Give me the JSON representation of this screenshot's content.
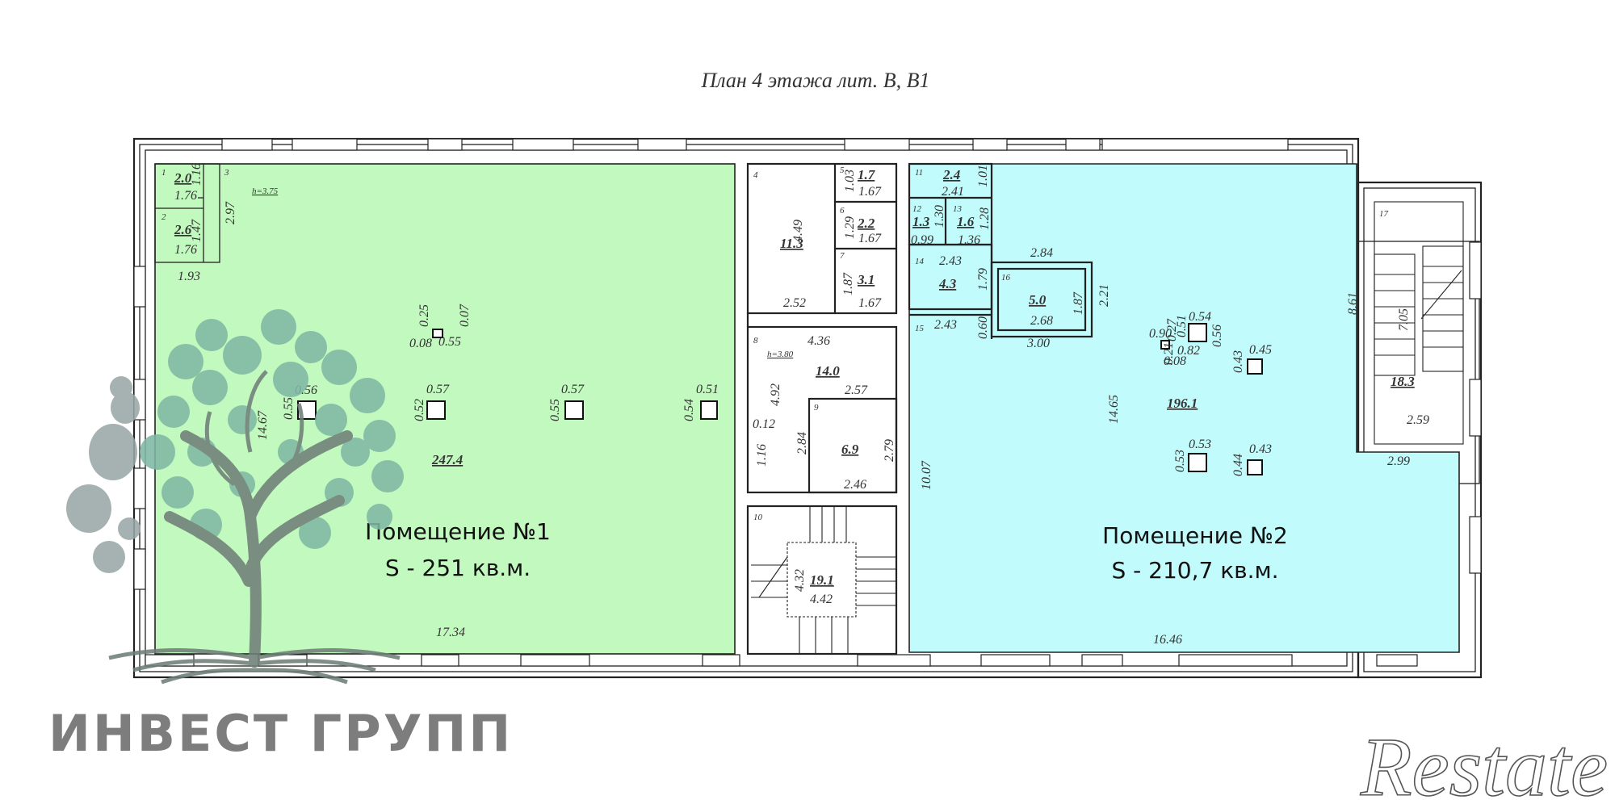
{
  "title": "План 4 этажа  лит. В, В1",
  "colors": {
    "premise1_fill": "#c2f9be",
    "premise2_fill": "#c1fbfb",
    "wall": "#222222"
  },
  "premise1": {
    "name": "Помещение №1",
    "area": "S - 251 кв.м."
  },
  "premise2": {
    "name": "Помещение №2",
    "area": "S - 210,7 кв.м."
  },
  "rooms": {
    "r1": {
      "no": "1",
      "area": "2.0",
      "dims": [
        "1.76",
        "1.16"
      ]
    },
    "r2": {
      "no": "2",
      "area": "2.6",
      "dims": [
        "1.76",
        "1.47"
      ]
    },
    "r3": {
      "no": "3",
      "area": "247.4",
      "dims": [
        "2.97",
        "1.93",
        "14.67",
        "17.34"
      ],
      "height": "h=3.75"
    },
    "r4": {
      "no": "4",
      "area": "11.3",
      "dims": [
        "4.49",
        "2.52"
      ]
    },
    "r5": {
      "no": "5",
      "area": "1.7",
      "dims": [
        "1.03",
        "1.67"
      ]
    },
    "r6": {
      "no": "6",
      "area": "2.2",
      "dims": [
        "1.29",
        "1.67"
      ]
    },
    "r7": {
      "no": "7",
      "area": "3.1",
      "dims": [
        "1.87",
        "1.67"
      ]
    },
    "r8": {
      "no": "8",
      "area": "14.0",
      "dims": [
        "4.36",
        "4.92",
        "2.57",
        "0.12",
        "1.16"
      ],
      "height": "h=3.80"
    },
    "r9": {
      "no": "9",
      "area": "6.9",
      "dims": [
        "2.84",
        "2.79",
        "2.46"
      ]
    },
    "r10": {
      "no": "10",
      "area": "19.1",
      "dims": [
        "4.32",
        "4.42"
      ]
    },
    "r11": {
      "no": "11",
      "area": "2.4",
      "dims": [
        "2.41",
        "1.01"
      ]
    },
    "r12": {
      "no": "12",
      "area": "1.3",
      "dims": [
        "0.99",
        "1.30"
      ]
    },
    "r13": {
      "no": "13",
      "area": "1.6",
      "dims": [
        "1.36",
        "1.28"
      ]
    },
    "r14": {
      "no": "14",
      "area": "4.3",
      "dims": [
        "2.43",
        "1.79"
      ]
    },
    "r15": {
      "no": "15",
      "dims": [
        "2.43",
        "0.60"
      ]
    },
    "r16": {
      "no": "16",
      "area": "5.0",
      "dims": [
        "2.84",
        "2.68",
        "1.87",
        "2.21",
        "3.00"
      ]
    },
    "r17": {
      "no": "17",
      "area": "18.3",
      "dims": [
        "7.05",
        "8.61",
        "2.59",
        "2.99"
      ]
    },
    "r18": {
      "area": "196.1",
      "dims": [
        "14.65",
        "10.07",
        "16.46"
      ]
    }
  },
  "columns": {
    "c1": [
      "0.25",
      "0.07",
      "0.08",
      "0.55"
    ],
    "c2": [
      "0.56",
      "0.55"
    ],
    "c3": [
      "0.57",
      "0.52"
    ],
    "c4": [
      "0.57",
      "0.55"
    ],
    "c5": [
      "0.51",
      "0.54"
    ],
    "c6": [
      "0.54",
      "0.56",
      "0.27",
      "0.90",
      "0.51",
      "0.08",
      "0.21",
      "0.82"
    ],
    "c7": [
      "0.45",
      "0.43"
    ],
    "c8": [
      "0.53",
      "0.53"
    ],
    "c9": [
      "0.43",
      "0.44"
    ]
  },
  "watermark_company": "ИНВЕСТ ГРУПП",
  "watermark_brand": "Restate"
}
